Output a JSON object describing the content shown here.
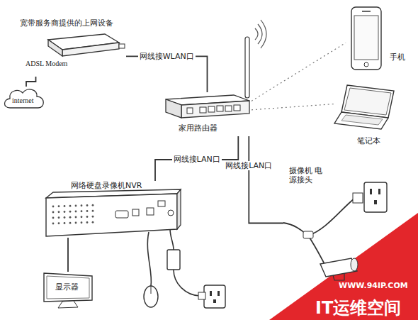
{
  "diagram": {
    "nodes": [
      {
        "text": [
          "宽带服务商提供的上网设备",
          "ADSL Modem"
        ]
      },
      {
        "text": [
          "internet"
        ]
      },
      {
        "text": [
          "家用路由器"
        ]
      },
      {
        "text": [
          "手机"
        ]
      },
      {
        "text": [
          "笔记本"
        ]
      },
      {
        "text": [
          "网络硬盘录像机NVR"
        ]
      },
      {
        "text": [
          "摄像机 电源接头"
        ]
      },
      {
        "text": [
          "显示器"
        ]
      }
    ],
    "edges": [
      {
        "from": 0,
        "to": 1,
        "arrow": "none"
      },
      {
        "from": 0,
        "to": 2,
        "label": "网线接WLAN口",
        "arrow": "none"
      },
      {
        "from": 2,
        "to": 3,
        "arrow": "none"
      },
      {
        "from": 2,
        "to": 4,
        "arrow": "none"
      },
      {
        "from": 2,
        "to": 5,
        "label": "网线接LAN口",
        "arrow": "none"
      },
      {
        "from": 2,
        "to": 6,
        "label": "网线接LAN口",
        "arrow": "none"
      },
      {
        "from": 5,
        "to": 7,
        "arrow": "none"
      }
    ],
    "labels": [
      "WWW.94IP.COM",
      "IT运维空间"
    ]
  }
}
